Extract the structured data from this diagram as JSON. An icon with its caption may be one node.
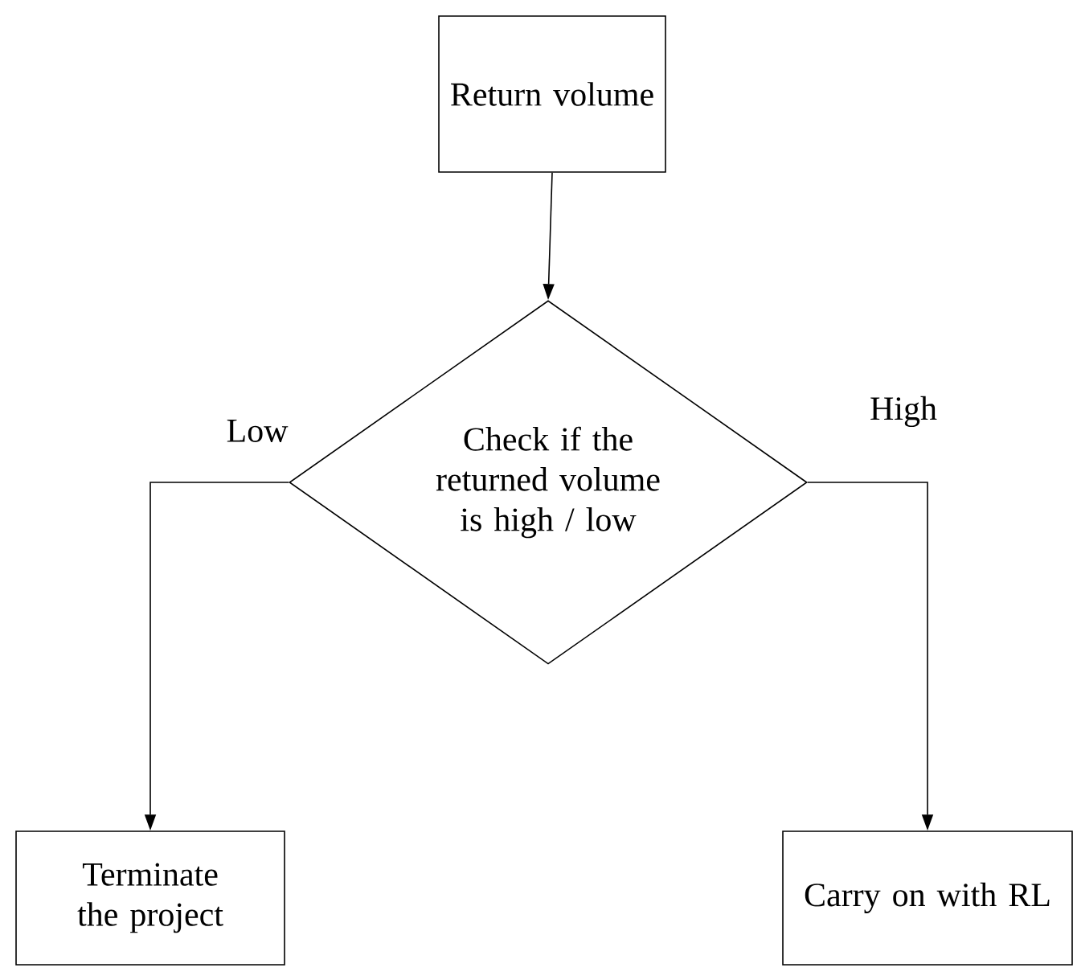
{
  "diagram": {
    "nodes": [
      {
        "text": [
          "Return volume"
        ]
      },
      {
        "text": [
          "Check if the returned volume is high / low"
        ]
      },
      {
        "text": [
          "Terminate the project"
        ]
      },
      {
        "text": [
          "Carry on with RL"
        ]
      }
    ],
    "edges": [
      {
        "from": 0,
        "to": 1,
        "arrow": "to"
      },
      {
        "from": 1,
        "to": 2,
        "arrow": "to",
        "label": "Low"
      },
      {
        "from": 1,
        "to": 3,
        "arrow": "to",
        "label": "High"
      }
    ]
  }
}
